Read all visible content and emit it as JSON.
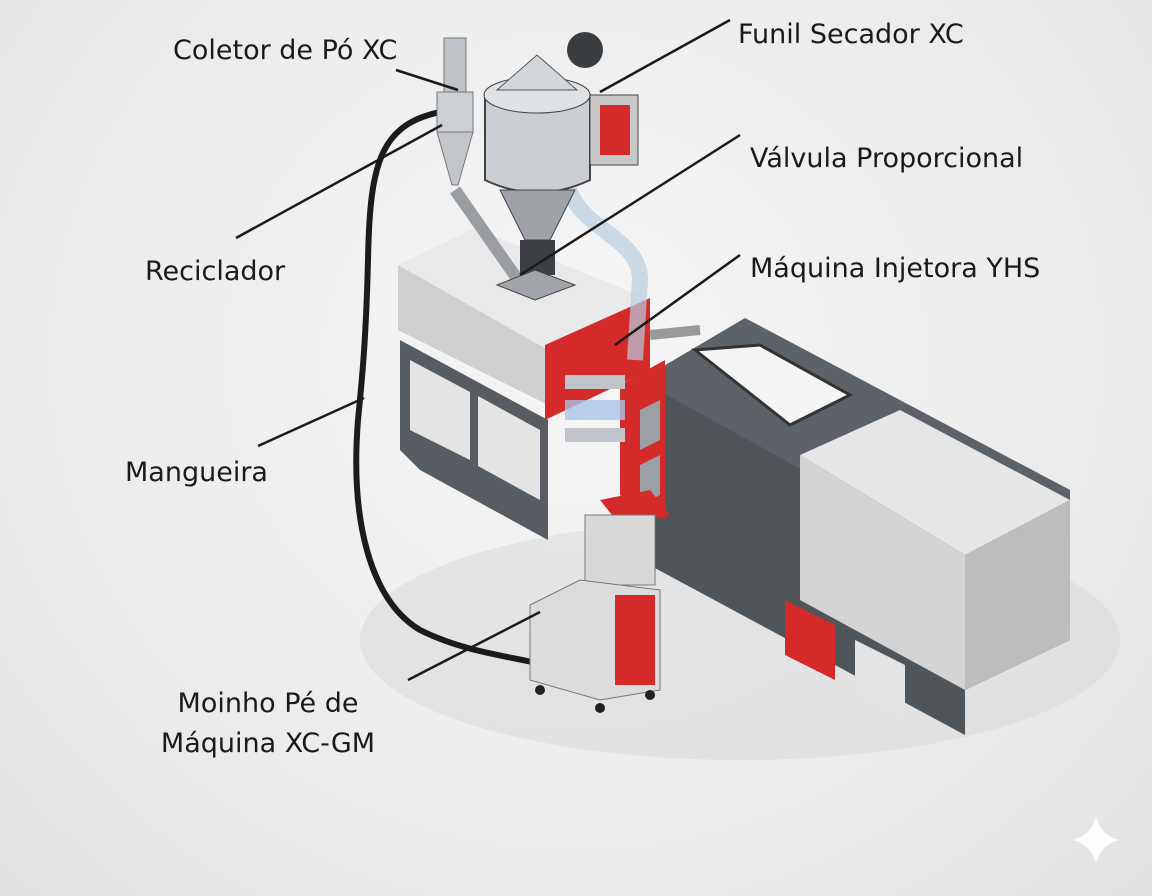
{
  "labels": {
    "dust_collector": "Coletor de Pó XC",
    "dryer_hopper": "Funil Secador XC",
    "proportional_valve": "Válvula Proporcional",
    "recycler": "Reciclador",
    "injection_machine": "Máquina Injetora YHS",
    "hose": "Mangueira",
    "grinder_line1": "Moinho Pé de",
    "grinder_line2": "Máquina XC-GM"
  },
  "colors": {
    "accent_red": "#d42a2a",
    "body_dark": "#575c62",
    "body_light": "#d9d9d9",
    "leader_line": "#1a1a1a"
  },
  "icons": [
    "sparkle-icon"
  ]
}
